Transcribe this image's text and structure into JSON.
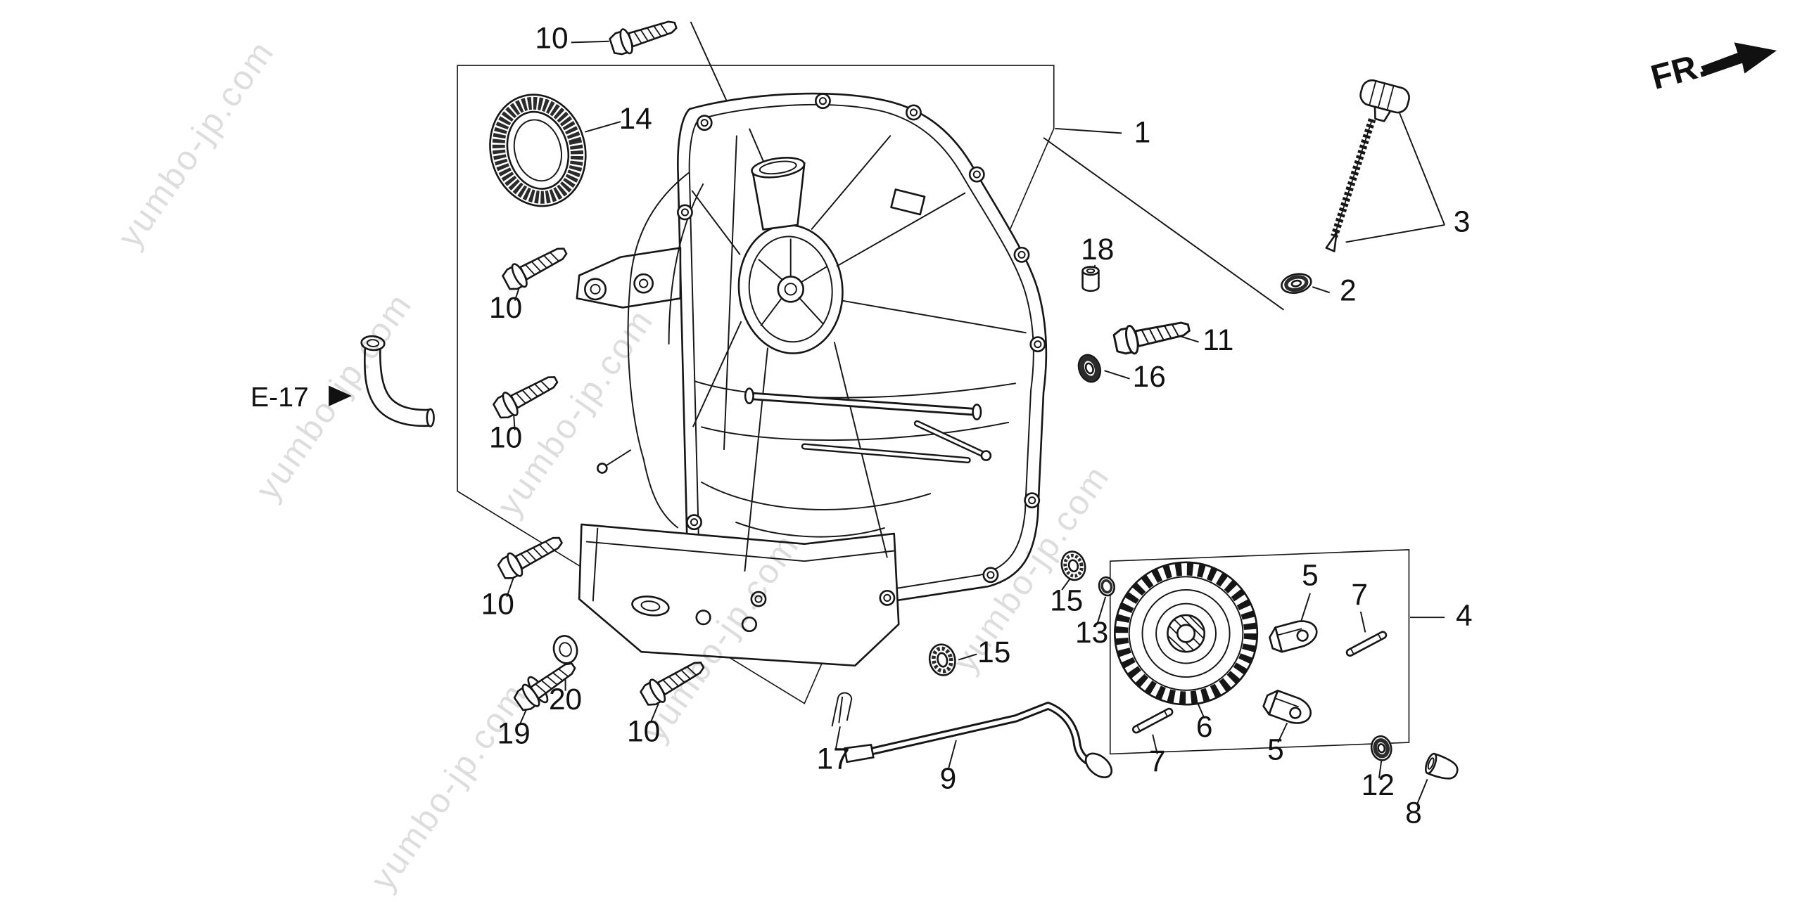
{
  "diagram": {
    "source_watermark": "yumbo-jp.com",
    "reference_label": "E-17",
    "direction_label": "FR.",
    "colors": {
      "line": "#161616",
      "background": "#ffffff",
      "watermark": "#c9c9c9"
    },
    "callouts": [
      {
        "part": "flange-bolt-top",
        "label": "10"
      },
      {
        "part": "oil-seal",
        "label": "14"
      },
      {
        "part": "crankcase-cover-assembly",
        "label": "1"
      },
      {
        "part": "dowel-pin",
        "label": "18"
      },
      {
        "part": "flange-bolt-side",
        "label": "11"
      },
      {
        "part": "grommet-washer",
        "label": "16"
      },
      {
        "part": "dipstick-seal-washer",
        "label": "2"
      },
      {
        "part": "oil-dipstick",
        "label": "3"
      },
      {
        "part": "flange-bolt-left-upper",
        "label": "10"
      },
      {
        "part": "flange-bolt-left-middle",
        "label": "10"
      },
      {
        "part": "flange-bolt-left-lower",
        "label": "10"
      },
      {
        "part": "bolt-with-washer",
        "label": "19"
      },
      {
        "part": "plain-washer",
        "label": "20"
      },
      {
        "part": "flange-bolt-bottom",
        "label": "10"
      },
      {
        "part": "lock-pin",
        "label": "17"
      },
      {
        "part": "governor-arm",
        "label": "9"
      },
      {
        "part": "thrust-washer-a",
        "label": "15"
      },
      {
        "part": "thrust-washer-b",
        "label": "15"
      },
      {
        "part": "slider-washer",
        "label": "13"
      },
      {
        "part": "governor-gear",
        "label": "6"
      },
      {
        "part": "governor-weight-a",
        "label": "5"
      },
      {
        "part": "governor-weight-b",
        "label": "5"
      },
      {
        "part": "weight-pin-a",
        "label": "7"
      },
      {
        "part": "weight-pin-b",
        "label": "7"
      },
      {
        "part": "governor-gear-assembly",
        "label": "4"
      },
      {
        "part": "sealing-washer",
        "label": "12"
      },
      {
        "part": "oil-drain-plug",
        "label": "8"
      }
    ]
  }
}
